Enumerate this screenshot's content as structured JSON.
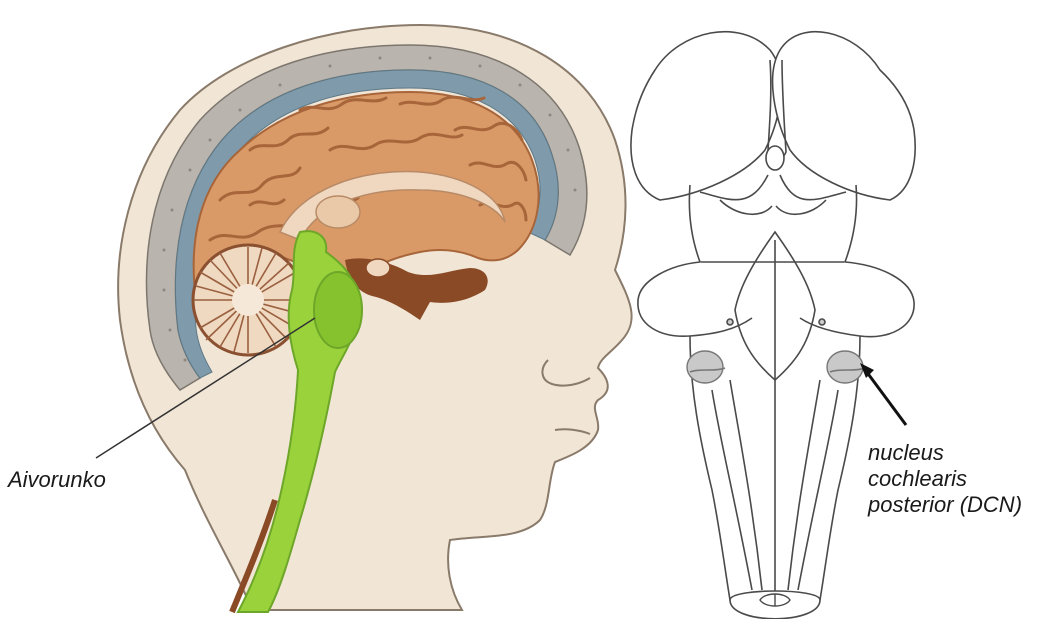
{
  "labels": {
    "brainstem": "Aivorunko",
    "dcn_line1": "nucleus",
    "dcn_line2": "cochlearis",
    "dcn_line3": "posterior (DCN)"
  },
  "colors": {
    "skin": "#f1e6d6",
    "skin_outline": "#8a7a6a",
    "skull": "#b9b4ad",
    "meninges": "#7f9bab",
    "cortex": "#d99a68",
    "cortex_dark": "#a8653a",
    "brainstem": "#9ad23c",
    "brainstem_dark": "#6da628",
    "cerebellum": "#efd9c0",
    "dura_brown": "#8a4a26",
    "line_art": "#4a4a4a"
  }
}
